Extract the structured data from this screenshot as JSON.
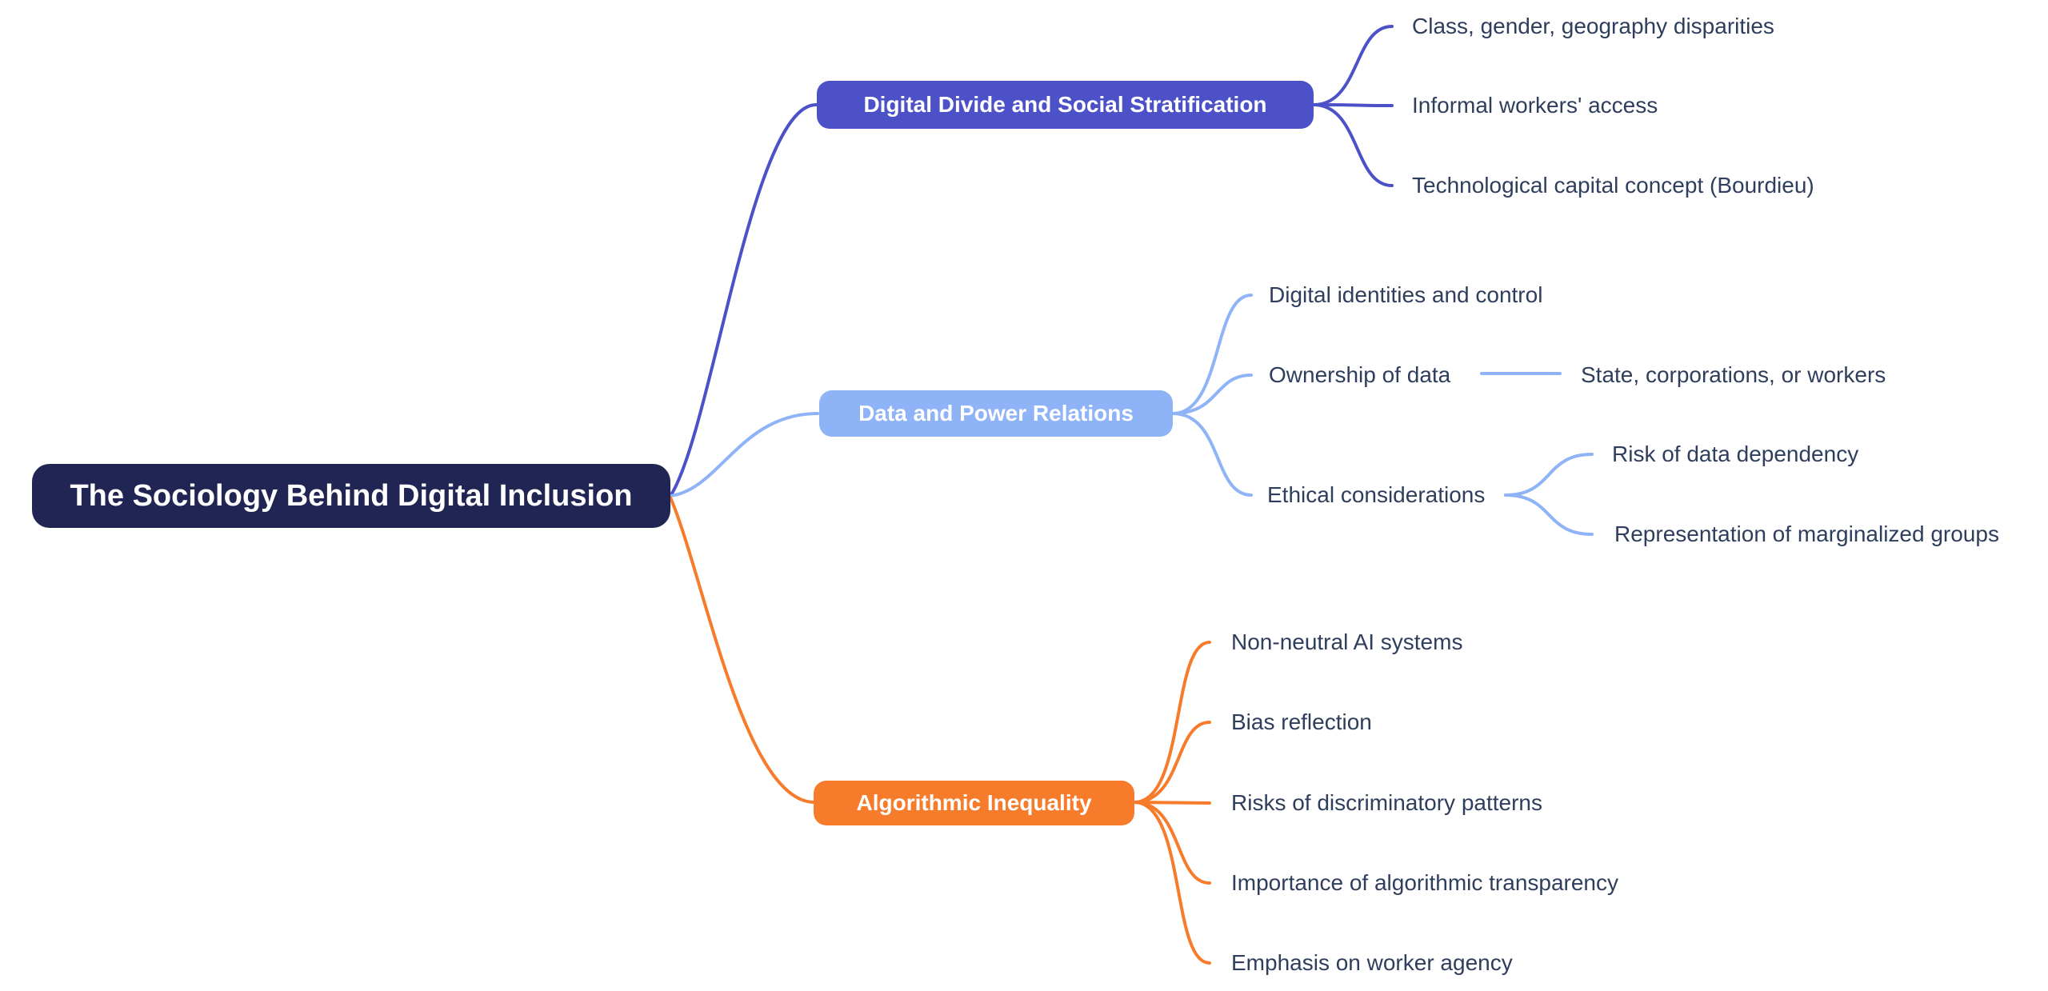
{
  "colors": {
    "background": "#ffffff",
    "root_fill": "#212553",
    "node_text": "#ffffff",
    "leaf_text": "#2F3E5C",
    "branch1_accent": "#4D51C8",
    "branch2_accent": "#8FB3F7",
    "branch3_accent": "#F67C2C"
  },
  "root": {
    "label": "The Sociology Behind Digital Inclusion"
  },
  "branches": [
    {
      "label": "Digital Divide and Social Stratification",
      "color": "#4D51C8",
      "children": [
        {
          "label": "Class, gender, geography disparities"
        },
        {
          "label": "Informal workers' access"
        },
        {
          "label": "Technological capital concept (Bourdieu)"
        }
      ]
    },
    {
      "label": "Data and Power Relations",
      "color": "#8FB3F7",
      "children": [
        {
          "label": "Digital identities and control"
        },
        {
          "label": "Ownership of data",
          "children": [
            {
              "label": "State, corporations, or workers"
            }
          ]
        },
        {
          "label": "Ethical considerations",
          "children": [
            {
              "label": "Risk of data dependency"
            },
            {
              "label": "Representation of marginalized groups"
            }
          ]
        }
      ]
    },
    {
      "label": "Algorithmic Inequality",
      "color": "#F67C2C",
      "children": [
        {
          "label": "Non-neutral AI systems"
        },
        {
          "label": "Bias reflection"
        },
        {
          "label": "Risks of discriminatory patterns"
        },
        {
          "label": "Importance of algorithmic transparency"
        },
        {
          "label": "Emphasis on worker agency"
        }
      ]
    }
  ]
}
